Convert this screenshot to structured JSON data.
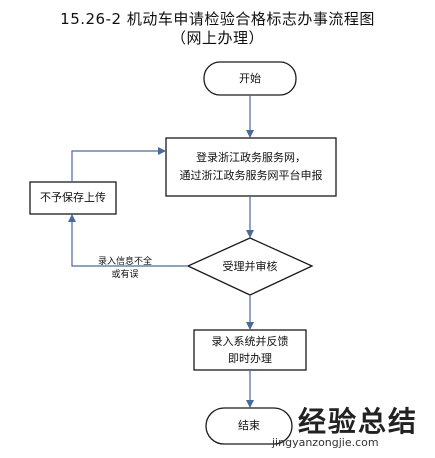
{
  "title": {
    "line1": "15.26-2  机动车申请检验合格标志办事流程图",
    "line2": "（网上办理）"
  },
  "nodes": {
    "start": "开始",
    "login_line1": "登录浙江政务服务网，",
    "login_line2": "通过浙江政务服务网平台申报",
    "review": "受理并审核",
    "entry_line1": "录入系统并反馈",
    "entry_line2": "即时办理",
    "end": "结束",
    "reject": "不予保存上传"
  },
  "edges": {
    "reject_condition_line1": "录入信息不全",
    "reject_condition_line2": "或有误"
  },
  "watermark": {
    "cn": "经验总结",
    "url": "jingyanzongjie.com"
  },
  "colors": {
    "stroke": "#1a1a1a",
    "connector": "#4a6a9c"
  }
}
